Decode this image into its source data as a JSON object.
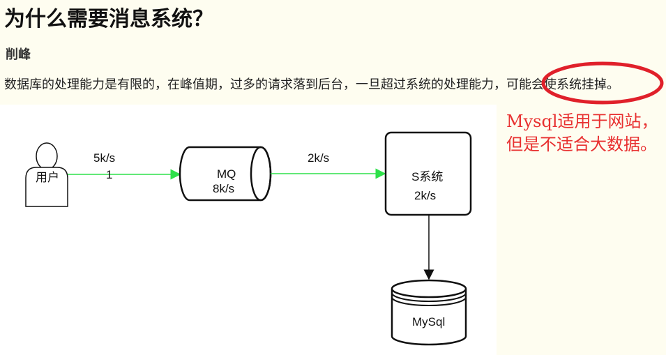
{
  "heading": "为什么需要消息系统？",
  "section_title": "削峰",
  "paragraph": {
    "before": "数据库的处理能力是有限的，在峰值期，过多的请求落到后台，一旦超过系统的处理能力，",
    "circled": "可能会使系统挂掉。"
  },
  "diagram": {
    "user_label": "用户",
    "user_to_mq_rate": "5k/s",
    "user_to_mq_count": "1",
    "mq_label": "MQ",
    "mq_rate": "8k/s",
    "mq_to_s_rate": "2k/s",
    "s_label": "S系统",
    "s_rate": "2k/s",
    "db_label": "MySql"
  },
  "annotation": "Mysql适用于网站，但是不适合大数据。",
  "colors": {
    "background": "#fefdf0",
    "annotation": "#e83030",
    "arrow_green": "#2ee04a",
    "ellipse_red": "#e0202a"
  }
}
